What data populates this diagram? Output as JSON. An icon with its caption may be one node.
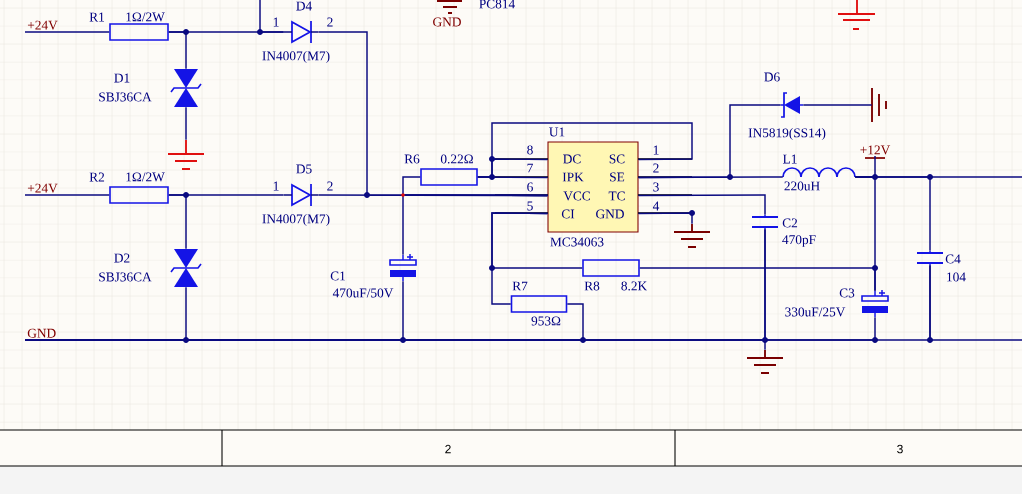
{
  "diagram": {
    "nodes": [
      {
        "text": [
          "+24V"
        ]
      },
      {
        "text": [
          "R1",
          "1Ω/2W"
        ]
      },
      {
        "text": [
          "D4",
          "1",
          "2",
          "IN4007(M7)"
        ]
      },
      {
        "text": [
          "D1",
          "SBJ36CA"
        ]
      },
      {
        "text": [],
        "shape": "ground"
      },
      {
        "text": [
          "+24V"
        ]
      },
      {
        "text": [
          "R2",
          "1Ω/2W"
        ]
      },
      {
        "text": [
          "D5",
          "1",
          "2",
          "IN4007(M7)"
        ]
      },
      {
        "text": [
          "D2",
          "SBJ36CA"
        ]
      },
      {
        "text": [
          "GND"
        ]
      },
      {
        "text": [
          "C1",
          "470uF/50V"
        ]
      },
      {
        "text": [
          "R6",
          "0.22Ω"
        ]
      },
      {
        "text": [
          "U1",
          "8",
          "DC",
          "SC",
          "1",
          "7",
          "IPK",
          "SE",
          "2",
          "6",
          "VCC",
          "TC",
          "3",
          "5",
          "CI",
          "GND",
          "4",
          "MC34063"
        ]
      },
      {
        "text": [],
        "shape": "ground"
      },
      {
        "text": [
          "R7",
          "953Ω"
        ]
      },
      {
        "text": [
          "R8",
          "8.2K"
        ]
      },
      {
        "text": [
          "D6",
          "IN5819(SS14)"
        ]
      },
      {
        "text": [],
        "shape": "ground"
      },
      {
        "text": [
          "L1",
          "220uH"
        ]
      },
      {
        "text": [
          "C2",
          "470pF"
        ]
      },
      {
        "text": [],
        "shape": "ground"
      },
      {
        "text": [
          "+12V"
        ]
      },
      {
        "text": [
          "C3",
          "330uF/25V"
        ]
      },
      {
        "text": [
          "C4",
          "104"
        ]
      }
    ],
    "edges": [
      {
        "from": 0,
        "to": 1,
        "arrow": "none"
      },
      {
        "from": 1,
        "to": 2,
        "arrow": "none"
      },
      {
        "from": 1,
        "to": 3,
        "arrow": "none"
      },
      {
        "from": null,
        "to": 2,
        "arrow": "none"
      },
      {
        "from": 3,
        "to": 4,
        "arrow": "none"
      },
      {
        "from": 5,
        "to": 6,
        "arrow": "none"
      },
      {
        "from": 6,
        "to": 7,
        "arrow": "none"
      },
      {
        "from": 6,
        "to": 8,
        "arrow": "none"
      },
      {
        "from": 8,
        "to": 9,
        "arrow": "none"
      },
      {
        "from": 2,
        "to": 12,
        "arrow": "none"
      },
      {
        "from": 7,
        "to": 12,
        "arrow": "none"
      },
      {
        "from": 10,
        "to": 12,
        "arrow": "none"
      },
      {
        "from": 11,
        "to": 12,
        "arrow": "none"
      },
      {
        "from": 11,
        "to": 12,
        "arrow": "none"
      },
      {
        "from": 11,
        "to": 12,
        "arrow": "none"
      },
      {
        "from": 11,
        "to": 12,
        "arrow": "none"
      },
      {
        "from": 10,
        "to": 9,
        "arrow": "none"
      },
      {
        "from": 12,
        "to": 18,
        "arrow": "none"
      },
      {
        "from": 12,
        "to": 16,
        "arrow": "none"
      },
      {
        "from": 16,
        "to": 17,
        "arrow": "none"
      },
      {
        "from": 12,
        "to": 19,
        "arrow": "none"
      },
      {
        "from": 19,
        "to": 20,
        "arrow": "none"
      },
      {
        "from": 19,
        "to": 9,
        "arrow": "none"
      },
      {
        "from": 12,
        "to": 13,
        "arrow": "none"
      },
      {
        "from": 12,
        "to": 14,
        "arrow": "none"
      },
      {
        "from": 12,
        "to": 15,
        "arrow": "none"
      },
      {
        "from": 14,
        "to": 9,
        "arrow": "none"
      },
      {
        "from": 15,
        "to": 22,
        "arrow": "none"
      },
      {
        "from": 18,
        "to": 21,
        "arrow": "none"
      },
      {
        "from": 18,
        "to": 22,
        "arrow": "none"
      },
      {
        "from": 18,
        "to": 23,
        "arrow": "none"
      },
      {
        "from": 22,
        "to": 9,
        "arrow": "none"
      },
      {
        "from": 23,
        "to": 9,
        "arrow": "none"
      },
      {
        "from": 18,
        "to": null,
        "arrow": "none"
      },
      {
        "from": 23,
        "to": null,
        "arrow": "none"
      }
    ],
    "labels": [
      "PC814",
      "GND",
      "2",
      "3"
    ]
  }
}
